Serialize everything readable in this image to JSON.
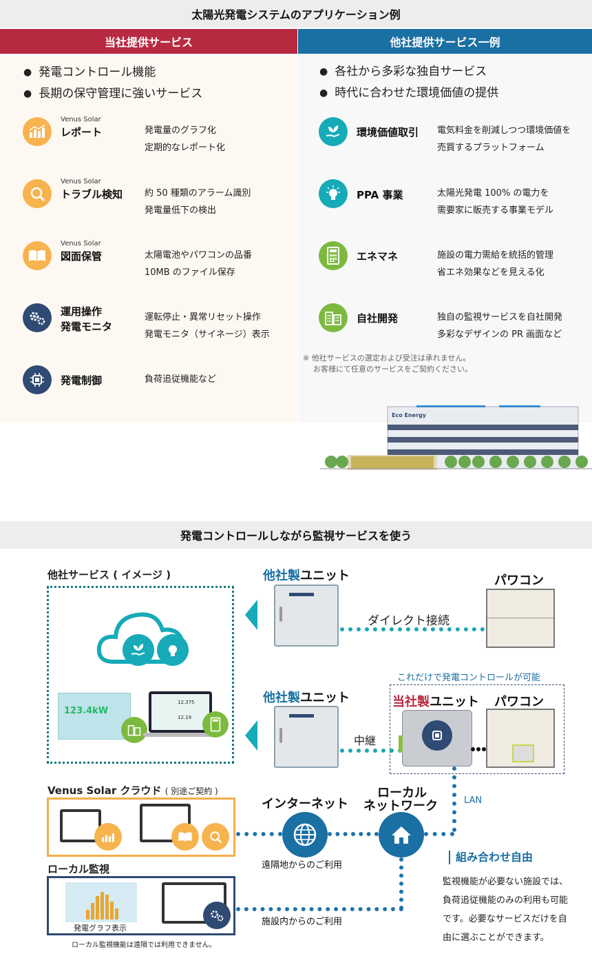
{
  "top": {
    "title": "太陽光発電システムのアプリケーション例",
    "left_header": "当社提供サービス",
    "right_header": "他社提供サービス一例",
    "left_bullets": [
      "発電コントロール機能",
      "長期の保守管理に強いサービス"
    ],
    "right_bullets": [
      "各社から多彩な独自サービス",
      "時代に合わせた環境価値の提供"
    ],
    "left_services": [
      {
        "prefix": "Venus Solar",
        "name": "レポート",
        "desc1": "発電量のグラフ化",
        "desc2": "定期的なレポート化",
        "icon": "chart-icon"
      },
      {
        "prefix": "Venus Solar",
        "name": "トラブル検知",
        "desc1": "約 50 種類のアラーム識別",
        "desc2": "発電量低下の検出",
        "icon": "magnifier-icon"
      },
      {
        "prefix": "Venus Solar",
        "name": "図面保管",
        "desc1": "太陽電池やパワコンの品番",
        "desc2": "10MB のファイル保存",
        "icon": "book-icon"
      },
      {
        "prefix": "",
        "name": "運用操作",
        "name2": "発電モニタ",
        "desc1": "運転停止・異常リセット操作",
        "desc2": "発電モニタ（サイネージ）表示",
        "icon": "gears-icon"
      },
      {
        "prefix": "",
        "name": "発電制御",
        "desc1": "負荷追従機能など",
        "desc2": "",
        "icon": "chip-icon"
      }
    ],
    "right_services": [
      {
        "name": "環境価値取引",
        "desc1": "電気料金を削減しつつ環境価値を",
        "desc2": "売買するプラットフォーム",
        "icon": "leaf-hand-icon"
      },
      {
        "name": "PPA 事業",
        "desc1": "太陽光発電 100% の電力を",
        "desc2": "需要家に販売する事業モデル",
        "icon": "lightbulb-icon"
      },
      {
        "name": "エネマネ",
        "desc1": "施設の電力需給を統括的管理",
        "desc2": "省エネ効果などを見える化",
        "icon": "calculator-icon"
      },
      {
        "name": "自社開発",
        "desc1": "独自の監視サービスを自社開発",
        "desc2": "多彩なデザインの PR 画面など",
        "icon": "buildings-icon"
      }
    ],
    "note1": "※ 他社サービスの選定および受注は承れません。",
    "note2": "お客様にて任意のサービスをご契約ください。",
    "building_sign": "Eco Energy"
  },
  "bottom": {
    "title": "発電コントロールしながら監視サービスを使う",
    "other_service_title": "他社サービス ( イメージ )",
    "other_unit_label_a": "他社製",
    "other_unit_label_b": "ユニット",
    "pawacon": "パワコン",
    "direct_connection": "ダイレクト接続",
    "only_this_note": "これだけで発電コントロールが可能",
    "our_unit_a": "当社製",
    "our_unit_b": "ユニット",
    "relay": "中継",
    "lan": "LAN",
    "cloud_title": "Venus Solar クラウド",
    "cloud_sub": "( 別途ご契約 )",
    "internet": "インターネット",
    "local_network_1": "ローカル",
    "local_network_2": "ネットワーク",
    "remote_use": "遠隔地からのご利用",
    "onsite_use": "施設内からのご利用",
    "local_monitor_title": "ローカル監視",
    "graph_caption": "発電グラフ表示",
    "local_note": "ローカル監視機能は遠隔では利用できません。",
    "combo_title": "組み合わせ自由",
    "combo_lines": [
      "監視機能が必要ない施設では、",
      "負荷追従機能のみの利用も可能",
      "です。必要なサービスだけを自",
      "由に選ぶことができます。"
    ],
    "screen_values": {
      "power": "123.4kW",
      "v1": "12.375",
      "v2": "12.19"
    }
  },
  "colors": {
    "left_header": "#b82a41",
    "right_header": "#1a6fa3",
    "teal": "#17aab8",
    "navy": "#2f4a73",
    "orange": "#f5ae4b",
    "green": "#7cba3f"
  }
}
